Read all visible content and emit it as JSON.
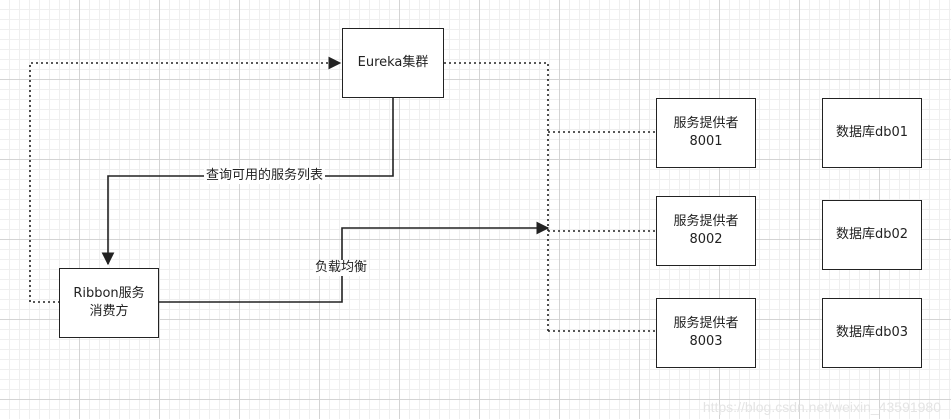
{
  "nodes": {
    "eureka": "Eureka集群",
    "consumer": {
      "line1": "Ribbon服务",
      "line2": "消费方"
    },
    "providers": [
      {
        "line1": "服务提供者",
        "line2": "8001"
      },
      {
        "line1": "服务提供者",
        "line2": "8002"
      },
      {
        "line1": "服务提供者",
        "line2": "8003"
      }
    ],
    "databases": [
      "数据库db01",
      "数据库db02",
      "数据库db03"
    ]
  },
  "edges": {
    "query_label": "查询可用的服务列表",
    "balance_label": "负载均衡"
  },
  "watermark": "https://blog.csdn.net/weixin_43591980"
}
